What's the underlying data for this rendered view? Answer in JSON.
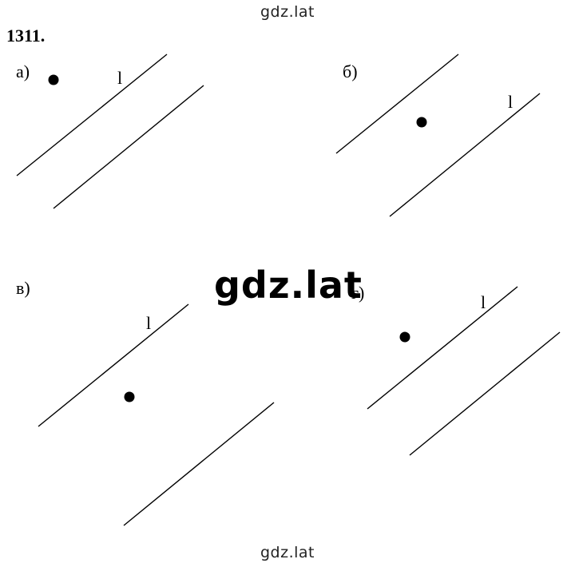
{
  "watermark": {
    "top": "gdz.lat",
    "center": "gdz.lat",
    "bottom": "gdz.lat"
  },
  "problem_number": "1311.",
  "parts": [
    {
      "label": "а)",
      "line_label": "l"
    },
    {
      "label": "б)",
      "line_label": "l"
    },
    {
      "label": "в)",
      "line_label": "l"
    },
    {
      "label": "г)",
      "line_label": "l"
    }
  ],
  "colors": {
    "ink": "#000000",
    "background": "#ffffff"
  }
}
